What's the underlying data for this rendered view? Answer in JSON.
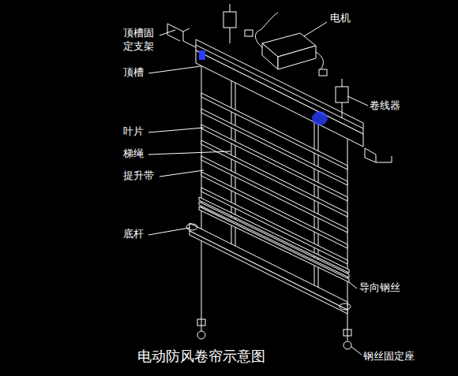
{
  "diagram": {
    "title": "电动防风卷帘示意图",
    "labels": [
      "顶槽固定支架",
      "电机",
      "顶槽",
      "卷线器",
      "叶片",
      "梯绳",
      "提升带",
      "底杆",
      "导向钢丝",
      "钢丝固定座"
    ]
  }
}
